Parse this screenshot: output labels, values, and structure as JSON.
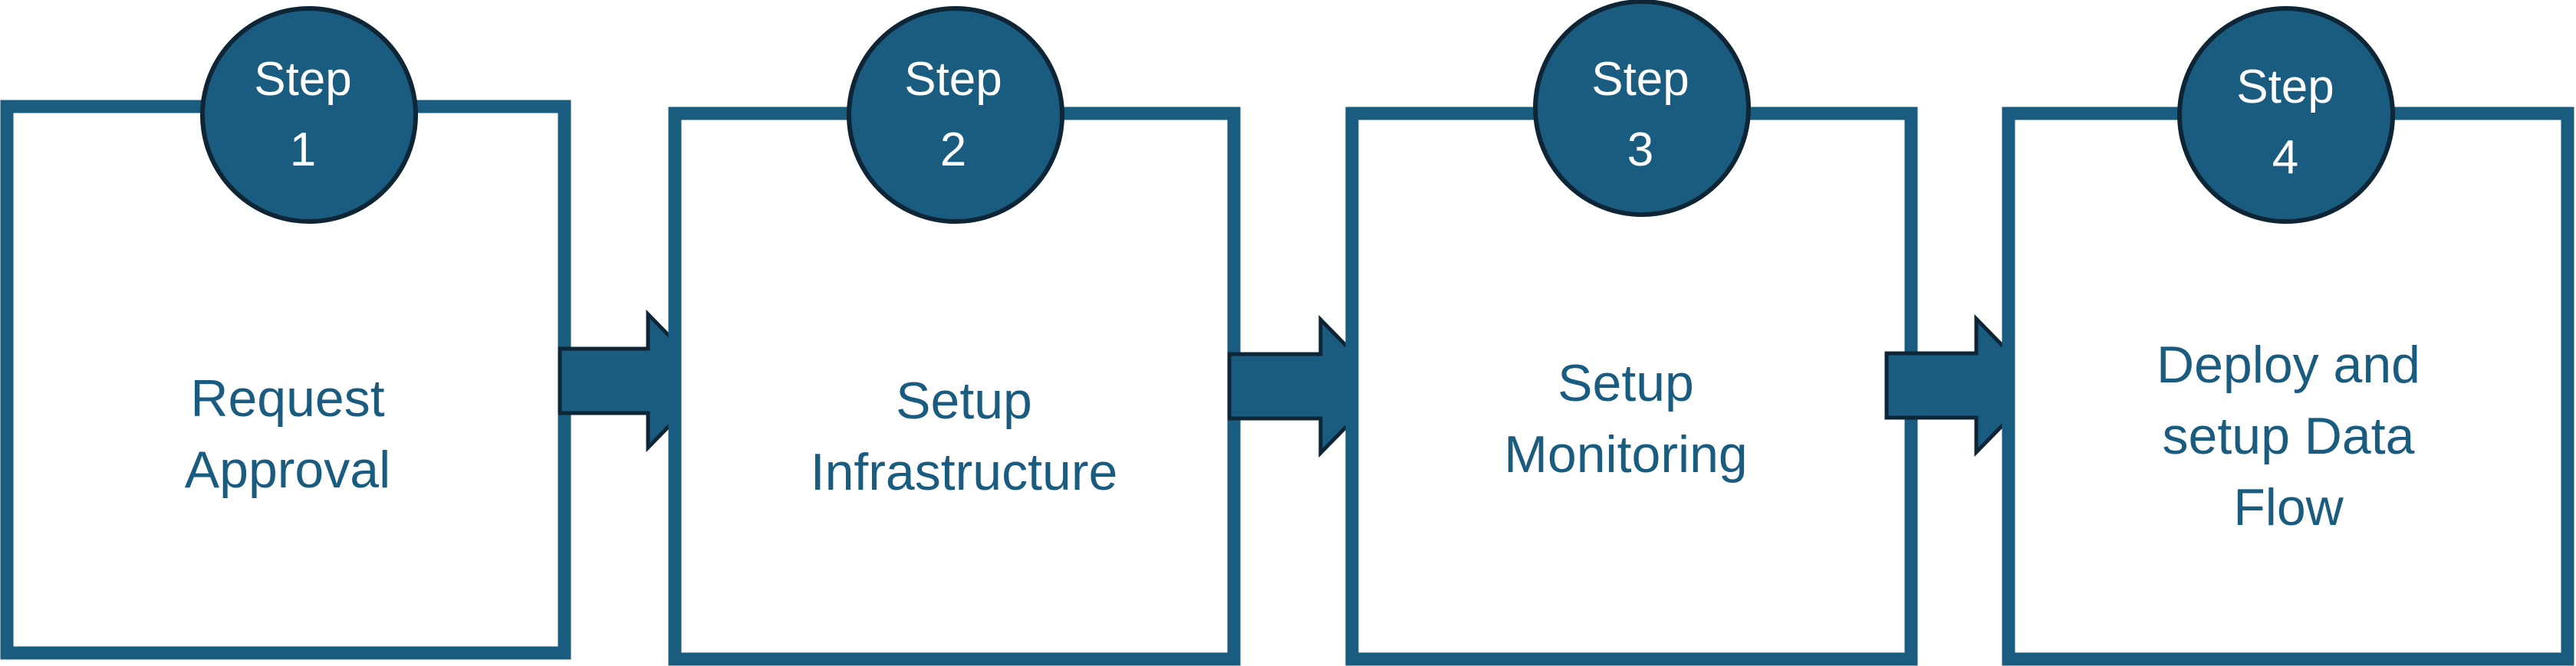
{
  "diagram": {
    "steps": [
      {
        "badge_line1": "Step",
        "badge_line2": "1",
        "label_lines": [
          "Request",
          "Approval"
        ]
      },
      {
        "badge_line1": "Step",
        "badge_line2": "2",
        "label_lines": [
          "Setup",
          "Infrastructure"
        ]
      },
      {
        "badge_line1": "Step",
        "badge_line2": "3",
        "label_lines": [
          "Setup",
          "Monitoring"
        ]
      },
      {
        "badge_line1": "Step",
        "badge_line2": "4",
        "label_lines": [
          "Deploy and",
          "setup Data",
          "Flow"
        ]
      }
    ],
    "colors": {
      "primary": "#1a5b80",
      "outline": "#0e2536",
      "badge_text": "#ffffff",
      "background": "#ffffff"
    }
  }
}
